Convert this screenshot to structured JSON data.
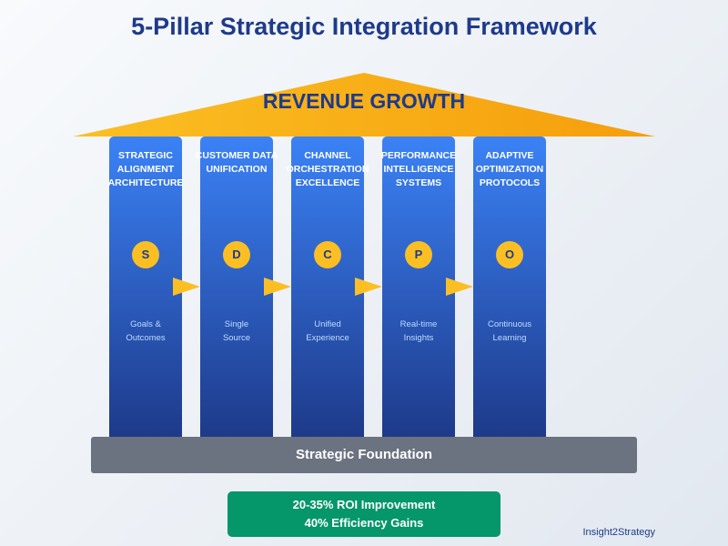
{
  "title": "5-Pillar Strategic Integration Framework",
  "roof": {
    "label": "REVENUE GROWTH",
    "color": "#fbbf24"
  },
  "pillars": [
    {
      "name": "STRATEGIC ALIGNMENT ARCHITECTURE",
      "letter": "S",
      "desc1": "Goals &",
      "desc2": "Outcomes"
    },
    {
      "name": "CUSTOMER DATA UNIFICATION",
      "letter": "D",
      "desc1": "Single",
      "desc2": "Source"
    },
    {
      "name": "CHANNEL ORCHESTRATION EXCELLENCE",
      "letter": "C",
      "desc1": "Unified",
      "desc2": "Experience"
    },
    {
      "name": "PERFORMANCE INTELLIGENCE SYSTEMS",
      "letter": "P",
      "desc1": "Real-time",
      "desc2": "Insights"
    },
    {
      "name": "ADAPTIVE OPTIMIZATION PROTOCOLS",
      "letter": "O",
      "desc1": "Continuous",
      "desc2": "Learning"
    }
  ],
  "foundation": "Strategic Foundation",
  "results": {
    "line1": "20-35% ROI Improvement",
    "line2": "40% Efficiency Gains"
  },
  "brand": "Insight2Strategy"
}
